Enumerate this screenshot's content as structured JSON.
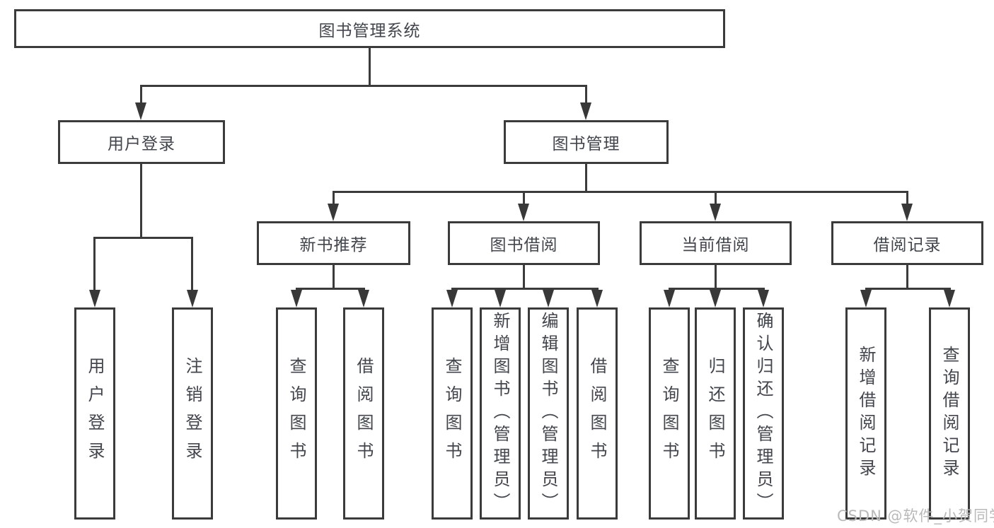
{
  "diagram": {
    "title": "图书管理系统",
    "nodes": {
      "root": "图书管理系统",
      "user_login": "用户登录",
      "book_mgmt": "图书管理",
      "new_book_rec": "新书推荐",
      "book_borrow": "图书借阅",
      "current_borrow": "当前借阅",
      "borrow_record": "借阅记录",
      "user_login_leaf": "用户登录",
      "logout": "注销登录",
      "nbr_query_book": "查询图书",
      "nbr_borrow_book": "借阅图书",
      "bb_query_book": "查询图书",
      "bb_add_book": "新增图书（管理员）",
      "bb_edit_book": "编辑图书（管理员）",
      "bb_borrow_book": "借阅图书",
      "cb_query_book": "查询图书",
      "cb_return_book": "归还图书",
      "cb_confirm_return": "确认归还（管理员）",
      "br_add_record": "新增借阅记录",
      "br_query_record": "查询借阅记录"
    },
    "hierarchy": {
      "图书管理系统": {
        "用户登录": [
          "用户登录",
          "注销登录"
        ],
        "图书管理": {
          "新书推荐": [
            "查询图书",
            "借阅图书"
          ],
          "图书借阅": [
            "查询图书",
            "新增图书（管理员）",
            "编辑图书（管理员）",
            "借阅图书"
          ],
          "当前借阅": [
            "查询图书",
            "归还图书",
            "确认归还（管理员）"
          ],
          "借阅记录": [
            "新增借阅记录",
            "查询借阅记录"
          ]
        }
      }
    },
    "colors": {
      "line": "#3b3b3b",
      "text": "#42454c",
      "background": "#ffffff",
      "watermark": "#b9b9b9"
    }
  },
  "watermark": "CSDN @软件_小贺同学"
}
